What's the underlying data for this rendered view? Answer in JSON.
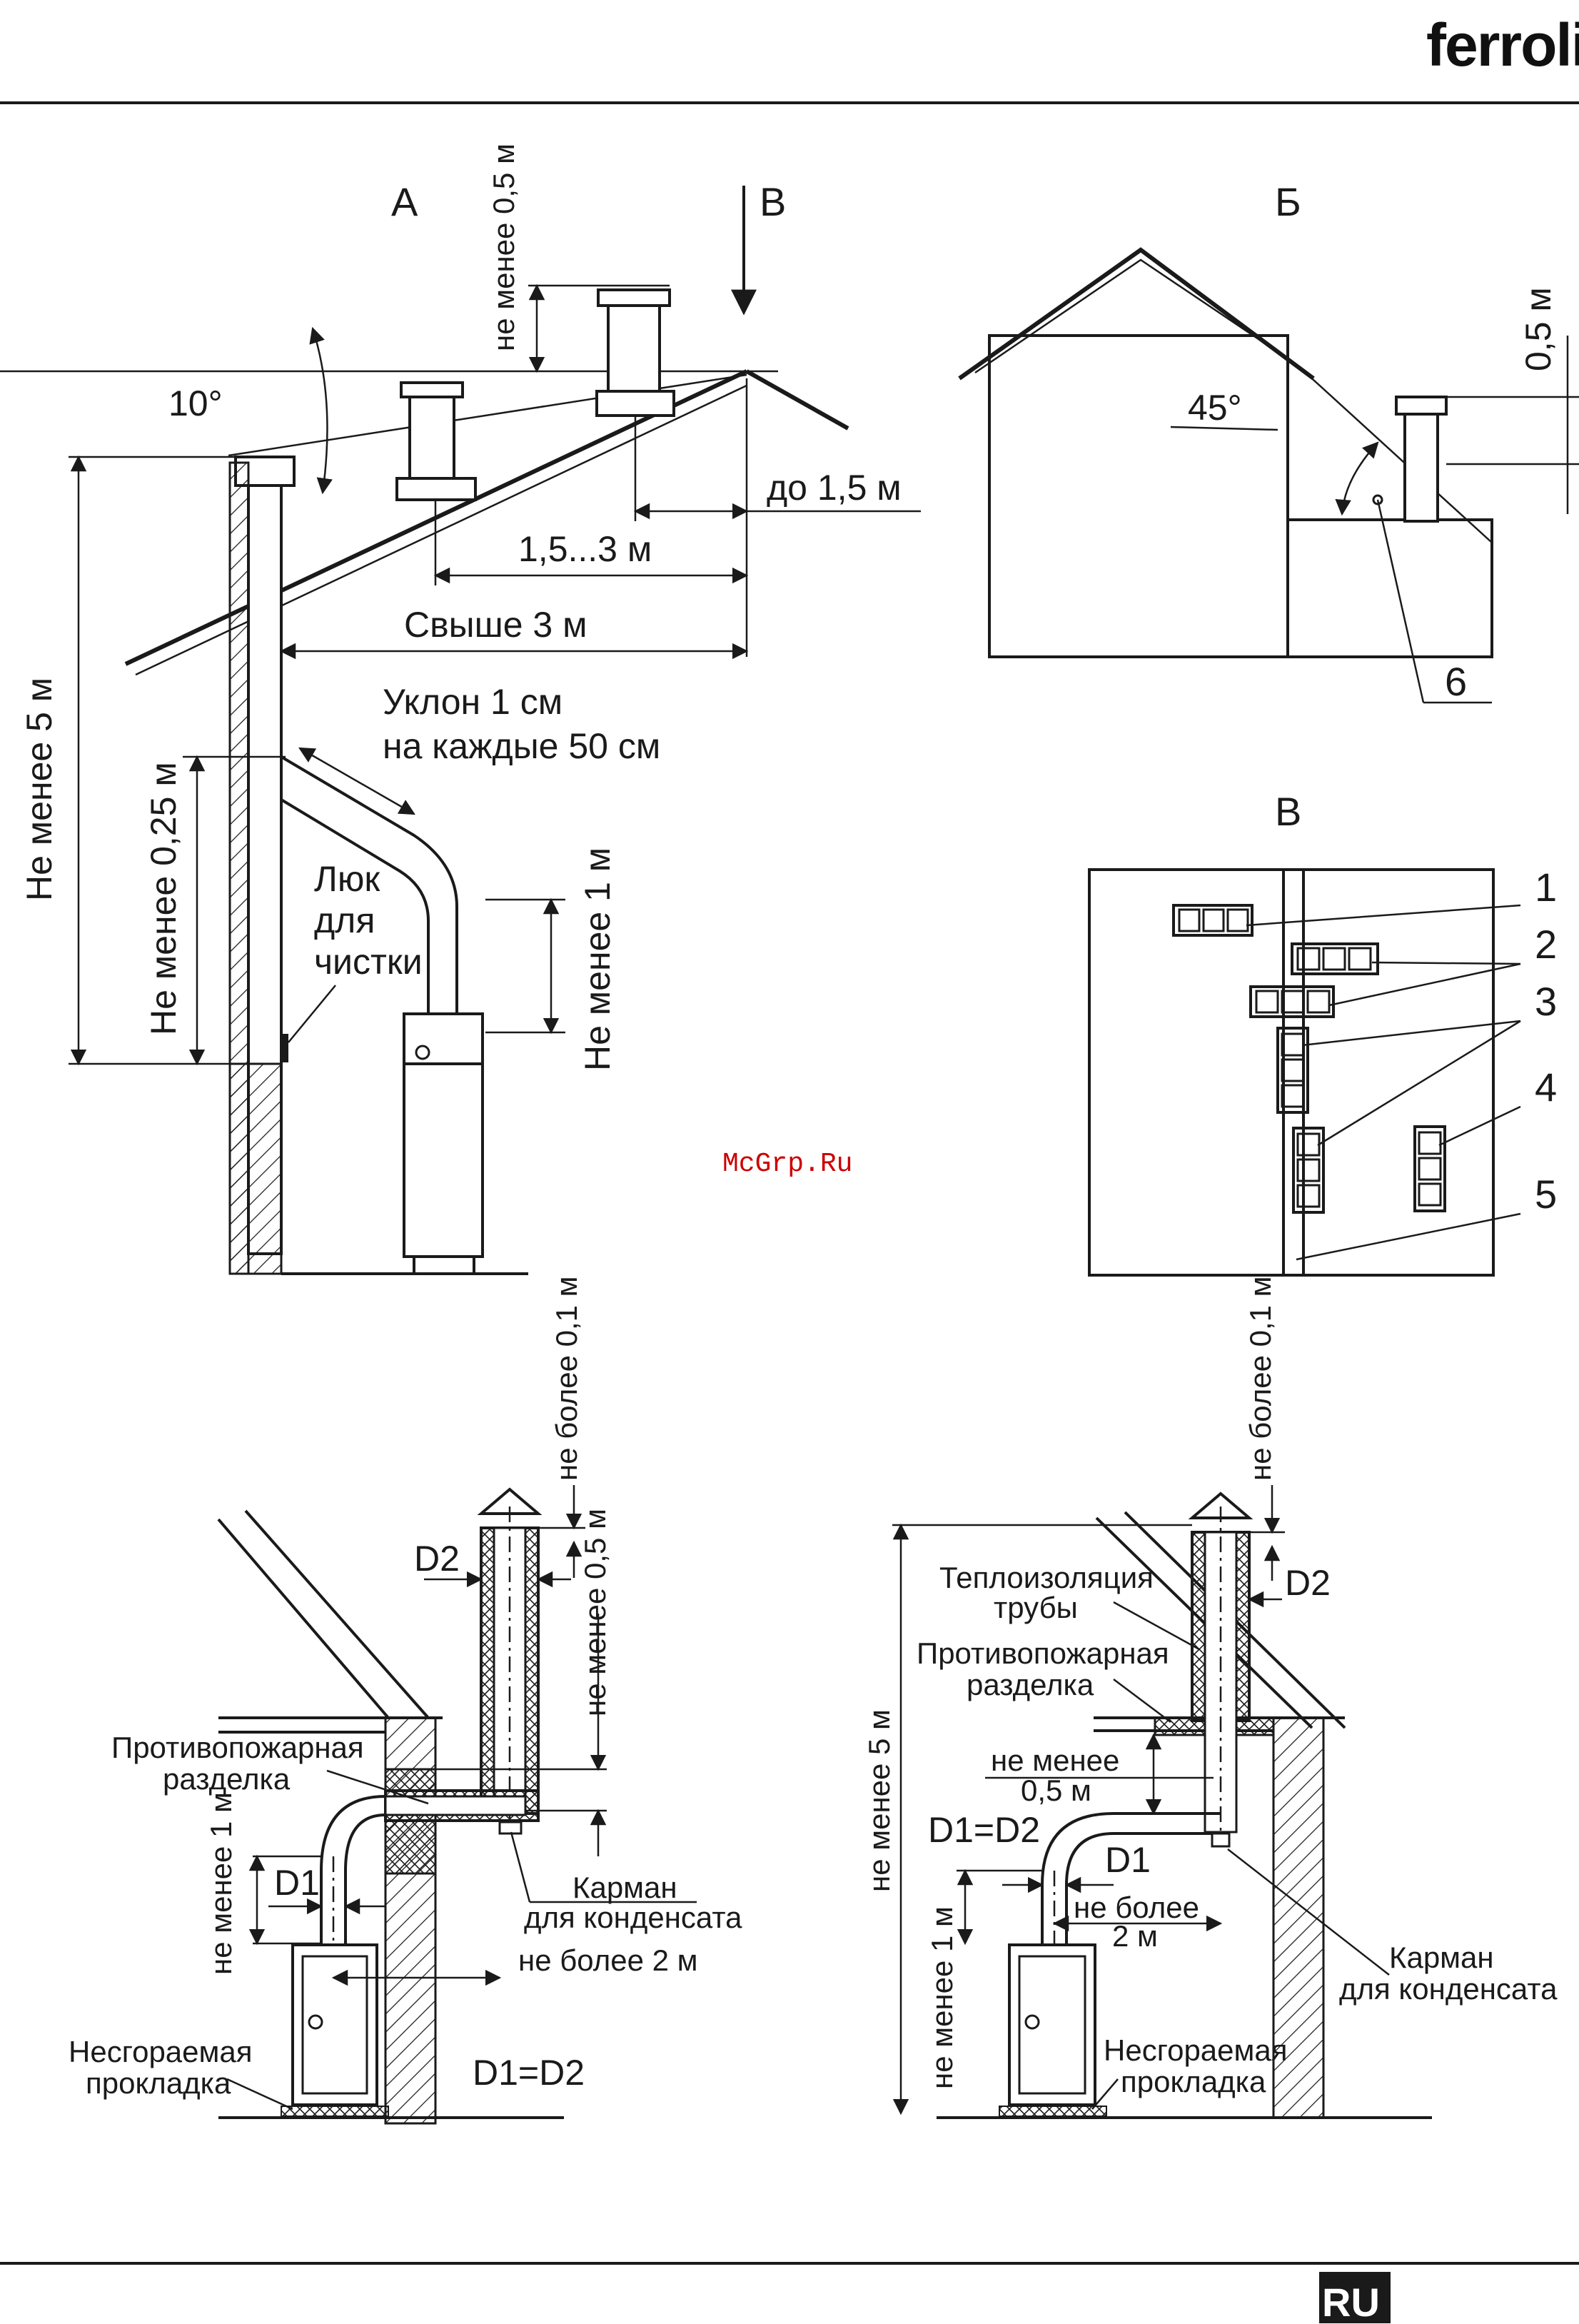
{
  "brand": {
    "logo_text": "ferroli"
  },
  "language_badge": "RU",
  "watermark": "McGrp.Ru",
  "roof_figure": {
    "label_a": "А",
    "label_b": "В",
    "angle": "10°",
    "min_height_above": "не менее 0,5 м",
    "dist_up_to": "до 1,5 м",
    "dist_range": "1,5...3 м",
    "dist_over": "Свыше 3 м",
    "slope_line1": "Уклон 1 см",
    "slope_line2": "на каждые 50 см",
    "min_5m": "Не менее 5 м",
    "min_025m": "Не менее 0,25 м",
    "hatch_line1": "Люк",
    "hatch_line2": "для",
    "hatch_line3": "чистки",
    "min_1m": "Не менее 1 м"
  },
  "house_figure": {
    "label": "Б",
    "angle": "45°",
    "dim": "0,5 м",
    "callout_6": "6"
  },
  "wall_figure": {
    "label": "В",
    "callout_1": "1",
    "callout_2": "2",
    "callout_3": "3",
    "callout_4": "4",
    "callout_5": "5"
  },
  "install_left": {
    "not_more_01": "не более 0,1 м",
    "d2": "D2",
    "not_less_05": "не менее 0,5 м",
    "fire_line1": "Противопожарная",
    "fire_line2": "разделка",
    "not_less_1m": "не менее 1 м",
    "d1": "D1",
    "pocket_line1": "Карман",
    "pocket_line2": "для конденсата",
    "not_more_2m": "не более 2 м",
    "pad_line1": "Несгораемая",
    "pad_line2": "прокладка",
    "d1_eq_d2": "D1=D2"
  },
  "install_right": {
    "not_more_01": "не более 0,1 м",
    "insul_line1": "Теплоизоляция",
    "insul_line2": "трубы",
    "d2": "D2",
    "fire_line1": "Противопожарная",
    "fire_line2": "разделка",
    "not_less_05_l1": "не менее",
    "not_less_05_l2": "0,5 м",
    "d1_eq_d2": "D1=D2",
    "d1": "D1",
    "not_more_2m_l1": "не более",
    "not_more_2m_l2": "2 м",
    "not_less_5m": "не менее 5 м",
    "not_less_1m": "не менее 1 м",
    "pocket_line1": "Карман",
    "pocket_line2": "для конденсата",
    "pad_line1": "Несгораемая",
    "pad_line2": "прокладка"
  }
}
